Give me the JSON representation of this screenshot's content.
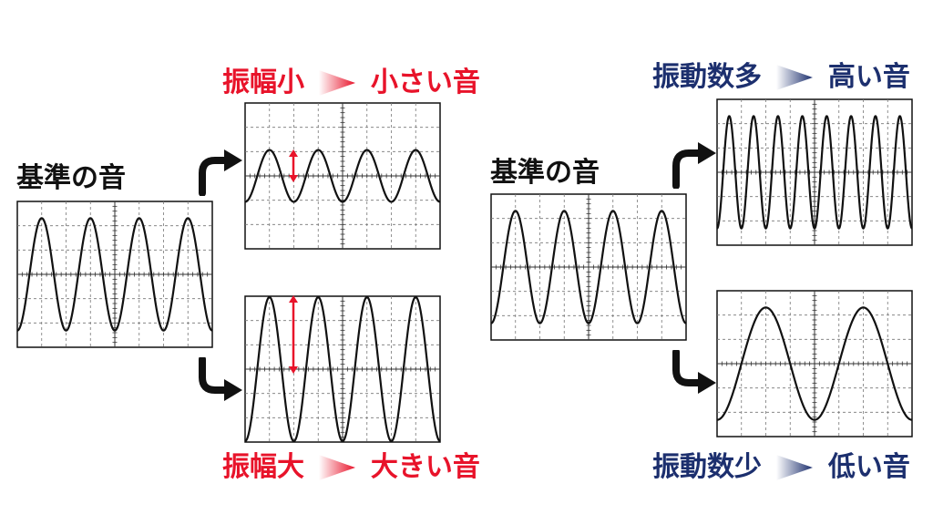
{
  "colors": {
    "red": "#e8132a",
    "navy": "#1c2f6e",
    "black": "#111111",
    "grid": "#777777"
  },
  "labels": {
    "base_left": "基準の音",
    "base_right": "基準の音",
    "amp_small": {
      "cause": "振幅小",
      "effect": "小さい音",
      "color": "#e8132a"
    },
    "amp_large": {
      "cause": "振幅大",
      "effect": "大きい音",
      "color": "#e8132a"
    },
    "freq_high": {
      "cause": "振動数多",
      "effect": "高い音",
      "color": "#1c2f6e"
    },
    "freq_low": {
      "cause": "振動数少",
      "effect": "低い音",
      "color": "#1c2f6e"
    }
  },
  "waves": {
    "base_left": {
      "cycles": 4,
      "amplitude": 0.78,
      "phase": 0.5
    },
    "amp_small": {
      "cycles": 4,
      "amplitude": 0.36,
      "phase": 0.5
    },
    "amp_large": {
      "cycles": 4,
      "amplitude": 1.0,
      "phase": 0.5
    },
    "base_right": {
      "cycles": 4,
      "amplitude": 0.78,
      "phase": 0.5
    },
    "freq_high": {
      "cycles": 8,
      "amplitude": 0.78,
      "phase": 0.5
    },
    "freq_low": {
      "cycles": 2,
      "amplitude": 0.78,
      "phase": 0.5
    }
  }
}
